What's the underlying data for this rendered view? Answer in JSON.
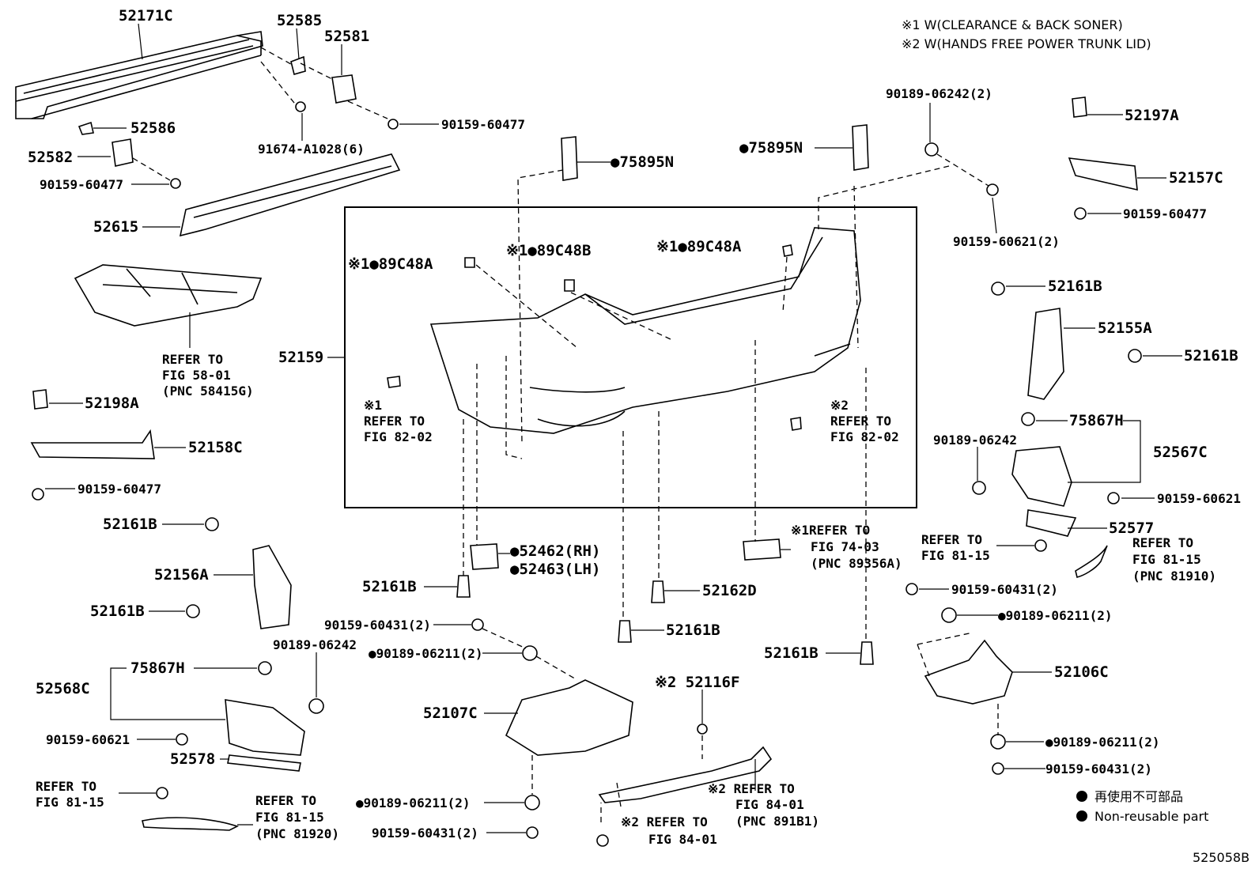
{
  "notes": {
    "n1": "※1  W(CLEARANCE & BACK SONER)",
    "n2": "※2  W(HANDS FREE POWER TRUNK LID)"
  },
  "legend": {
    "jp": "再使用不可部品",
    "en": "Non-reusable part"
  },
  "figure_id": "525058B",
  "labels": {
    "p52171C": "52171C",
    "p52585": "52585",
    "p52581": "52581",
    "p52586": "52586",
    "p52582": "52582",
    "s9015960477a": "90159-60477",
    "s9015960477b": "90159-60477",
    "s91674": "91674-A1028(6)",
    "p52615": "52615",
    "p75895Nl": "●75895N",
    "p75895Nr": "●75895N",
    "s9018906242_2": "90189-06242(2)",
    "p52197A": "52197A",
    "p52157C": "52157C",
    "s9015960477c": "90159-60477",
    "s9015960621_2": "90159-60621(2)",
    "c1": "※1●89C48A",
    "c2": "※1●89C48B",
    "c3": "※1●89C48A",
    "ref58a": "REFER TO",
    "ref58b": "FIG 58-01",
    "ref58c": "(PNC 58415G)",
    "p52159": "52159",
    "p52161B_r1": "52161B",
    "p52155A": "52155A",
    "p52161B_r2": "52161B",
    "ref82la": "※1",
    "ref82lb": "REFER TO",
    "ref82lc": "FIG 82-02",
    "ref82ra": "※2",
    "ref82rb": "REFER TO",
    "ref82rc": "FIG 82-02",
    "p52198A": "52198A",
    "p52158C": "52158C",
    "s9015960477d": "90159-60477",
    "p75867H_r": "75867H",
    "s9018906242_r": "90189-06242",
    "p52567C": "52567C",
    "s9015960621_r": "90159-60621",
    "p52577": "52577",
    "p52161B_l1": "52161B",
    "p52156A": "52156A",
    "p52161B_l2": "52161B",
    "p52462": "●52462(RH)",
    "p52463": "●52463(LH)",
    "ref74a": "※1REFER TO",
    "ref74b": "FIG 74-03",
    "ref74c": "(PNC 89356A)",
    "ref81ra": "REFER TO",
    "ref81rb": "FIG 81-15",
    "ref81ra2": "REFER TO",
    "ref81rb2": "FIG 81-15",
    "ref81rc2": "(PNC 81910)",
    "p52161B_c1": "52161B",
    "p52162D": "52162D",
    "s9015960431_r": "90159-60431(2)",
    "s9018906211_r": "●90189-06211(2)",
    "s9015960431_l": "90159-60431(2)",
    "p52161B_c2": "52161B",
    "s9018906211_l": "●90189-06211(2)",
    "p52161B_c3": "52161B",
    "p75867H_l": "75867H",
    "s9018906242_l": "90189-06242",
    "p52568C": "52568C",
    "p52106C": "52106C",
    "p52116F": "※2 52116F",
    "p52107C": "52107C",
    "s9015960621_l": "90159-60621",
    "p52578": "52578",
    "s9018906211_rb": "●90189-06211(2)",
    "s9015960431_rb": "90159-60431(2)",
    "ref81la": "REFER TO",
    "ref81lb": "FIG 81-15",
    "ref81lc2a": "REFER TO",
    "ref81lc2b": "FIG 81-15",
    "ref81lc2c": "(PNC 81920)",
    "s9018906211_lb": "●90189-06211(2)",
    "s9015960431_lb": "90159-60431(2)",
    "ref84a": "※2 REFER TO",
    "ref84b": "FIG 84-01",
    "ref84c": "(PNC 891B1)",
    "ref84la": "※2 REFER TO",
    "ref84lb": "FIG 84-01"
  }
}
